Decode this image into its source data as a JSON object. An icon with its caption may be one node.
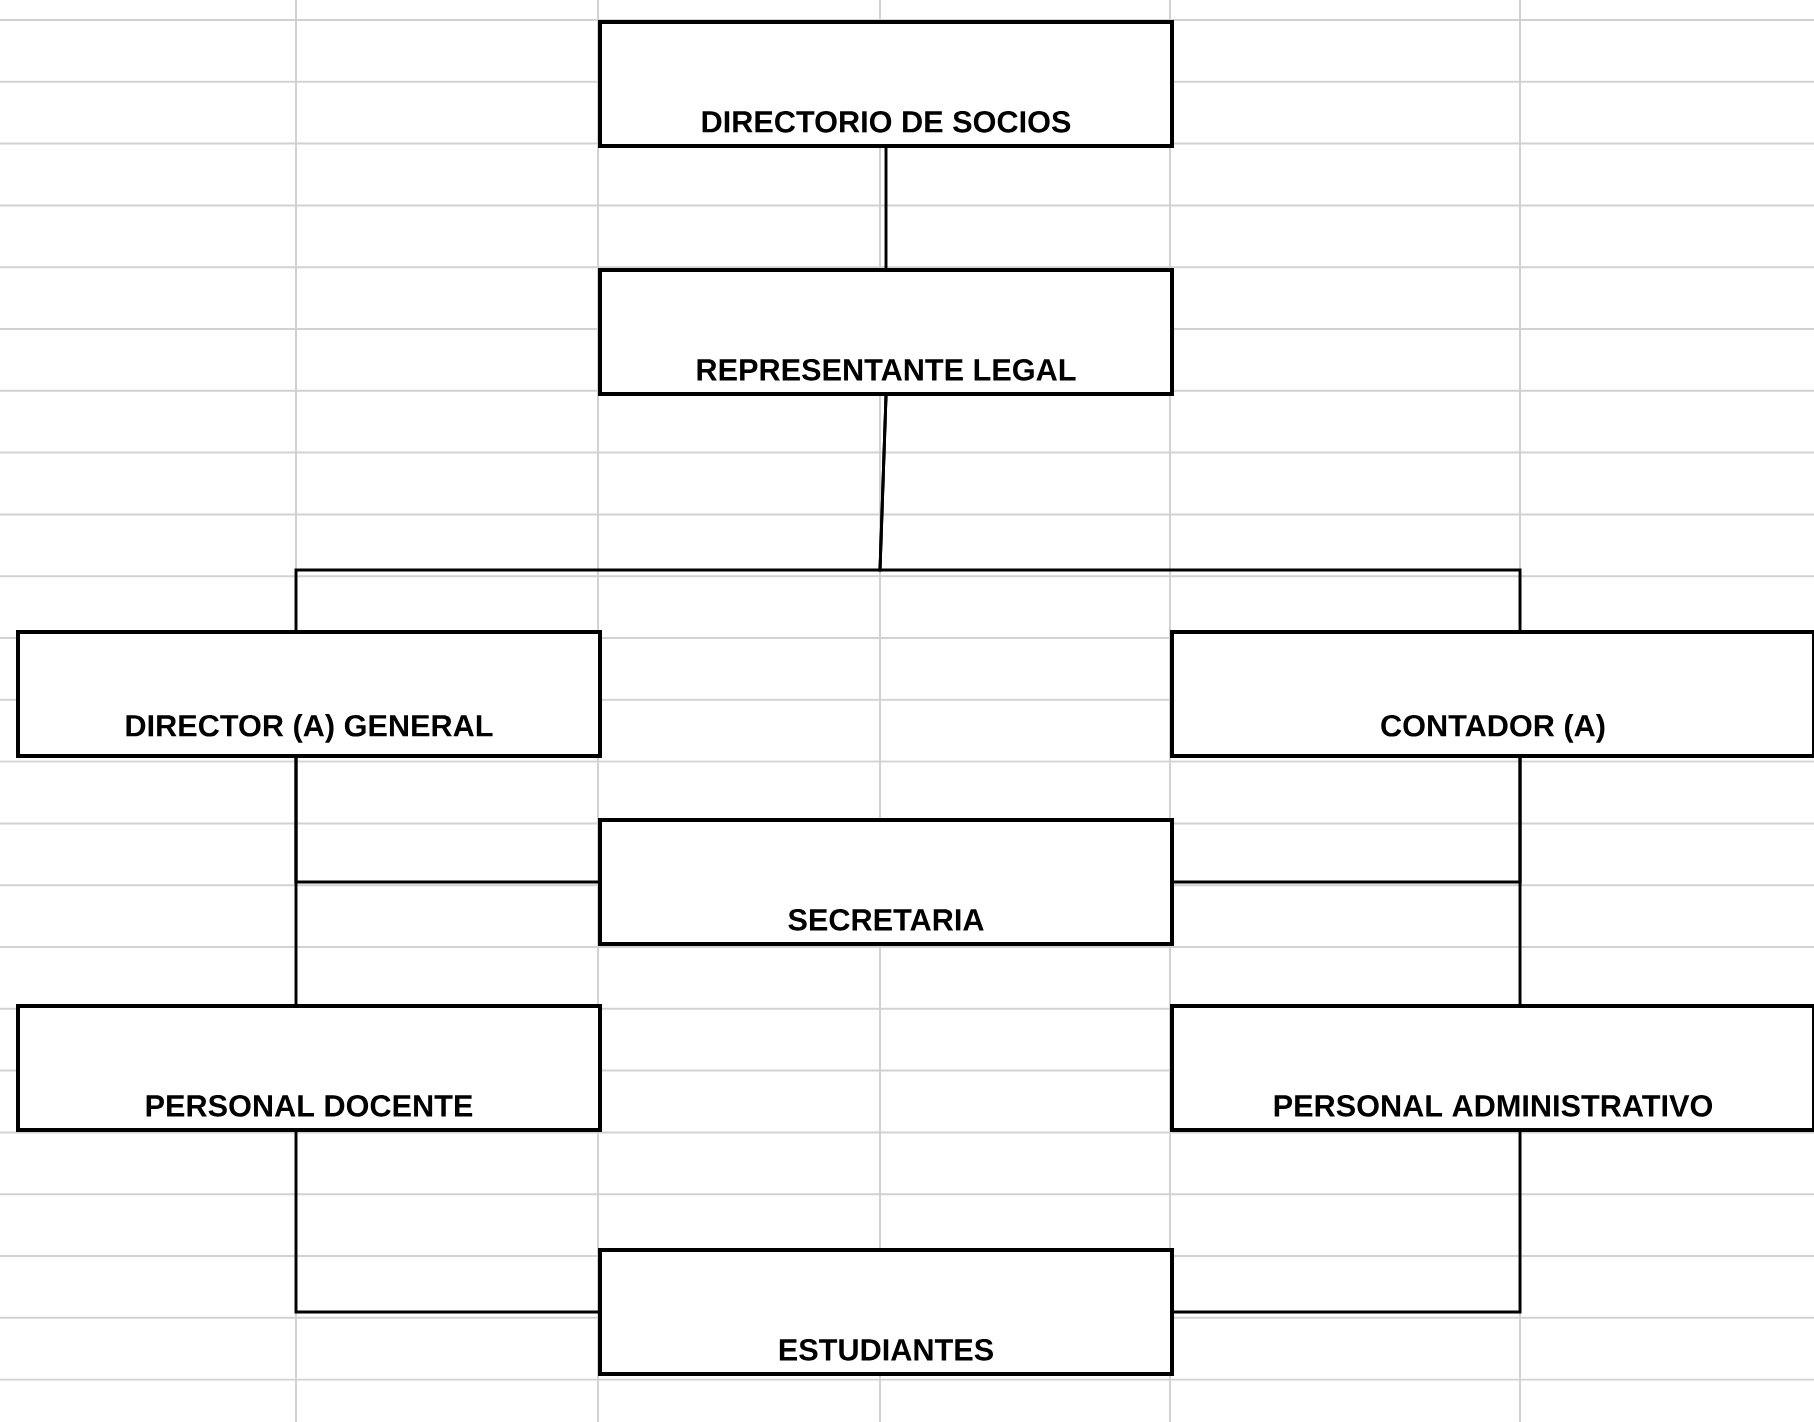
{
  "diagram": {
    "nodes": [
      {
        "text": [
          "DIRECTORIO DE SOCIOS"
        ]
      },
      {
        "text": [
          "REPRESENTANTE LEGAL"
        ]
      },
      {
        "text": [
          "DIRECTOR (A) GENERAL"
        ]
      },
      {
        "text": [
          "CONTADOR (A)"
        ]
      },
      {
        "text": [
          "SECRETARIA"
        ]
      },
      {
        "text": [
          "PERSONAL DOCENTE"
        ]
      },
      {
        "text": [
          "PERSONAL ADMINISTRATIVO"
        ]
      },
      {
        "text": [
          "ESTUDIANTES"
        ]
      }
    ],
    "edges": [
      {
        "from": 0,
        "to": 1,
        "arrow": "none"
      },
      {
        "from": 1,
        "to": 2,
        "arrow": "none"
      },
      {
        "from": 1,
        "to": 3,
        "arrow": "none"
      },
      {
        "from": 2,
        "to": 4,
        "arrow": "none"
      },
      {
        "from": 2,
        "to": 5,
        "arrow": "none"
      },
      {
        "from": 3,
        "to": 4,
        "arrow": "none"
      },
      {
        "from": 3,
        "to": 6,
        "arrow": "none"
      },
      {
        "from": 5,
        "to": 7,
        "arrow": "none"
      },
      {
        "from": 6,
        "to": 7,
        "arrow": "none"
      }
    ]
  }
}
